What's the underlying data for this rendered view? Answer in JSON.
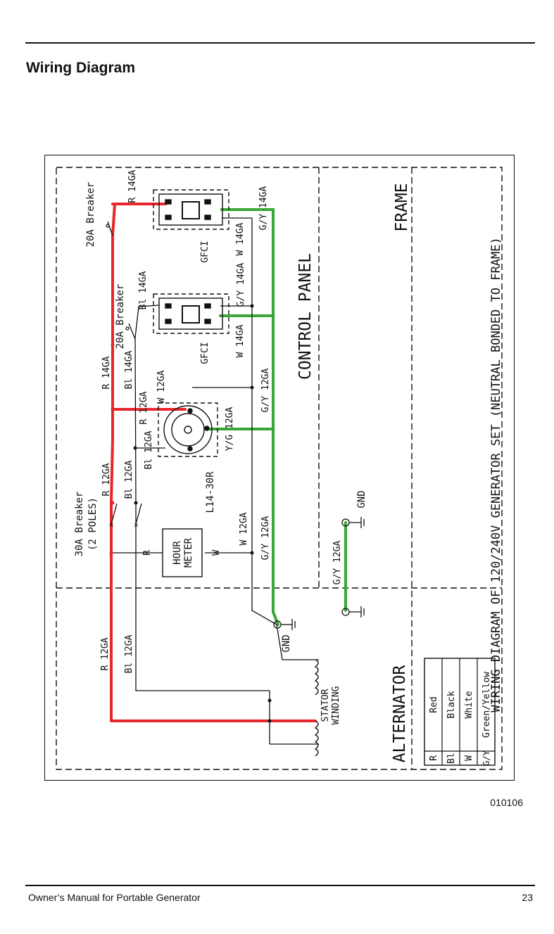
{
  "page": {
    "title": "Wiring Diagram",
    "figure_id": "010106",
    "footer_left": "Owner’s Manual for Portable Generator",
    "footer_right": "23"
  },
  "colors": {
    "red_wire": "#e8262c",
    "green_wire": "#3aa635",
    "line": "#111111"
  },
  "diagram": {
    "caption": "WIRING DIAGRAM OF 120/240V GENERATOR SET (NEUTRAL BONDED TO FRAME)",
    "sections": {
      "control_panel": "CONTROL PANEL",
      "frame": "FRAME",
      "alternator": "ALTERNATOR"
    },
    "components": {
      "breaker_30a": "30A Breaker",
      "breaker_30a_poles": "(2 POLES)",
      "breaker_20a_upper": "20A Breaker",
      "breaker_20a_lower": "20A Breaker",
      "gfci_upper": "GFCI",
      "gfci_lower": "GFCI",
      "twist_lock": "L14-30R",
      "hour_meter_1": "HOUR",
      "hour_meter_2": "METER",
      "stator_1": "STATOR",
      "stator_2": "WINDING",
      "gnd_alternator": "GND",
      "gnd_frame": "GND"
    },
    "wire_labels": {
      "r_14ga_top": "R 14GA",
      "w_14ga_gfci_top": "W 14GA",
      "gy_14ga_gfci_top": "G/Y 14GA",
      "bl_14ga_gfci_low": "Bl 14GA",
      "gy_14ga_gfci_low": "G/Y 14GA",
      "w_14ga_gfci_low": "W 14GA",
      "r_14ga_mid": "R 14GA",
      "bl_14ga_mid": "Bl 14GA",
      "r_12ga_l14": "R 12GA",
      "w_12ga_l14": "W 12GA",
      "gy_12ga_l14": "G/Y 12GA",
      "bl_12ga_l14": "Bl 12GA",
      "yg_12ga_l14": "Y/G 12GA",
      "r_12ga_brk": "R 12GA",
      "bl_12ga_brk": "Bl 12GA",
      "r_meter": "R",
      "w_meter": "W",
      "w_12ga_meter": "W 12GA",
      "gy_12ga_meter": "G/Y 12GA",
      "r_12ga_alt": "R 12GA",
      "bl_12ga_alt": "Bl 12GA",
      "gy_12ga_frame": "G/Y 12GA"
    },
    "legend": [
      {
        "code": "R",
        "name": "Red"
      },
      {
        "code": "Bl",
        "name": "Black"
      },
      {
        "code": "W",
        "name": "White"
      },
      {
        "code": "G/Y",
        "name": "Green/Yellow"
      }
    ]
  }
}
